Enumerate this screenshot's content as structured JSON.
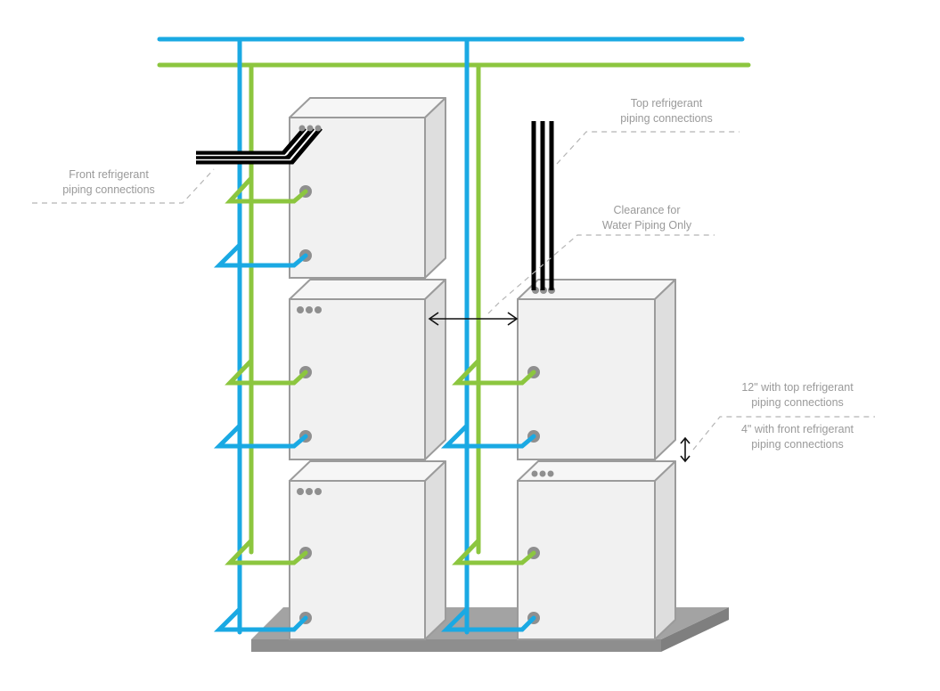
{
  "diagram": {
    "title": "Stacked water-source unit installation with refrigerant and water piping",
    "colors": {
      "supply_pipe": "#1aa9e3",
      "return_pipe": "#8cc63f",
      "refrigerant_pipe": "#000000",
      "unit_front": "#f1f1f1",
      "unit_side": "#dedede",
      "unit_outline": "#9b9b9b",
      "base_platform": "#a3a3a3",
      "label_text": "#9a9a9a"
    },
    "labels": {
      "front_refrigerant": [
        "Front refrigerant",
        "piping connections"
      ],
      "top_refrigerant": [
        "Top refrigerant",
        "piping connections"
      ],
      "clearance_water": [
        "Clearance for",
        "Water Piping Only"
      ],
      "vertical_clearance_top": [
        "12\" with top refrigerant",
        "piping connections"
      ],
      "vertical_clearance_front": [
        "4\" with front refrigerant",
        "piping connections"
      ]
    },
    "units": [
      {
        "id": "left-top",
        "column": "left",
        "level": 3,
        "refrigerant": "front"
      },
      {
        "id": "left-middle",
        "column": "left",
        "level": 2,
        "refrigerant": "indicator-dots"
      },
      {
        "id": "left-bottom",
        "column": "left",
        "level": 1,
        "refrigerant": "indicator-dots"
      },
      {
        "id": "right-middle",
        "column": "right",
        "level": 2,
        "refrigerant": "top"
      },
      {
        "id": "right-bottom",
        "column": "right",
        "level": 1,
        "refrigerant": "indicator-dots"
      }
    ],
    "pipes": [
      {
        "name": "supply-header",
        "color": "blue"
      },
      {
        "name": "return-header",
        "color": "green"
      }
    ]
  }
}
